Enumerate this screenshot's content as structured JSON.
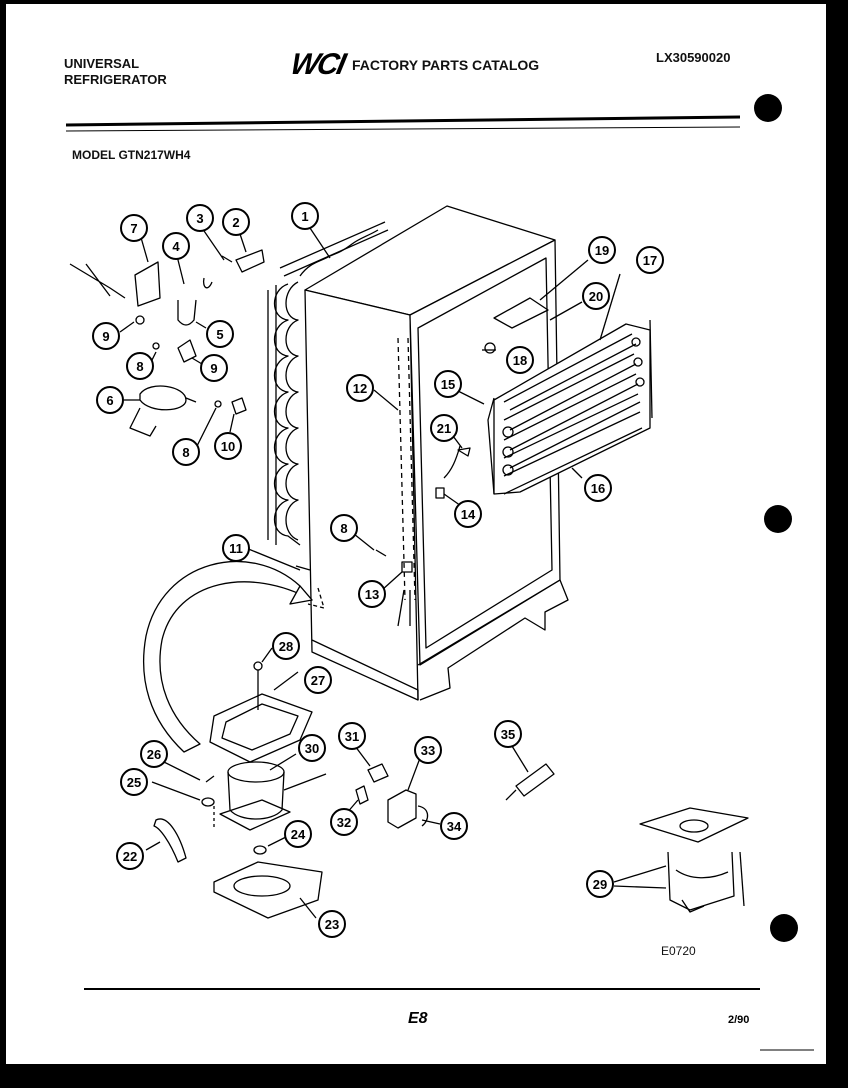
{
  "header": {
    "brand_line1": "UNIVERSAL",
    "brand_line2": "REFRIGERATOR",
    "logo": "WCI",
    "catalog_title": "FACTORY PARTS CATALOG",
    "doc_id": "LX30590020"
  },
  "model_label": "MODEL GTN217WH4",
  "diagram_code": "E0720",
  "footer": {
    "page": "E8",
    "date": "2/90"
  },
  "callouts": [
    "1",
    "2",
    "3",
    "4",
    "5",
    "6",
    "7",
    "8",
    "9",
    "10",
    "11",
    "12",
    "13",
    "14",
    "15",
    "16",
    "17",
    "18",
    "19",
    "20",
    "21",
    "22",
    "23",
    "24",
    "25",
    "26",
    "27",
    "28",
    "29",
    "30",
    "31",
    "32",
    "33",
    "34",
    "35"
  ]
}
